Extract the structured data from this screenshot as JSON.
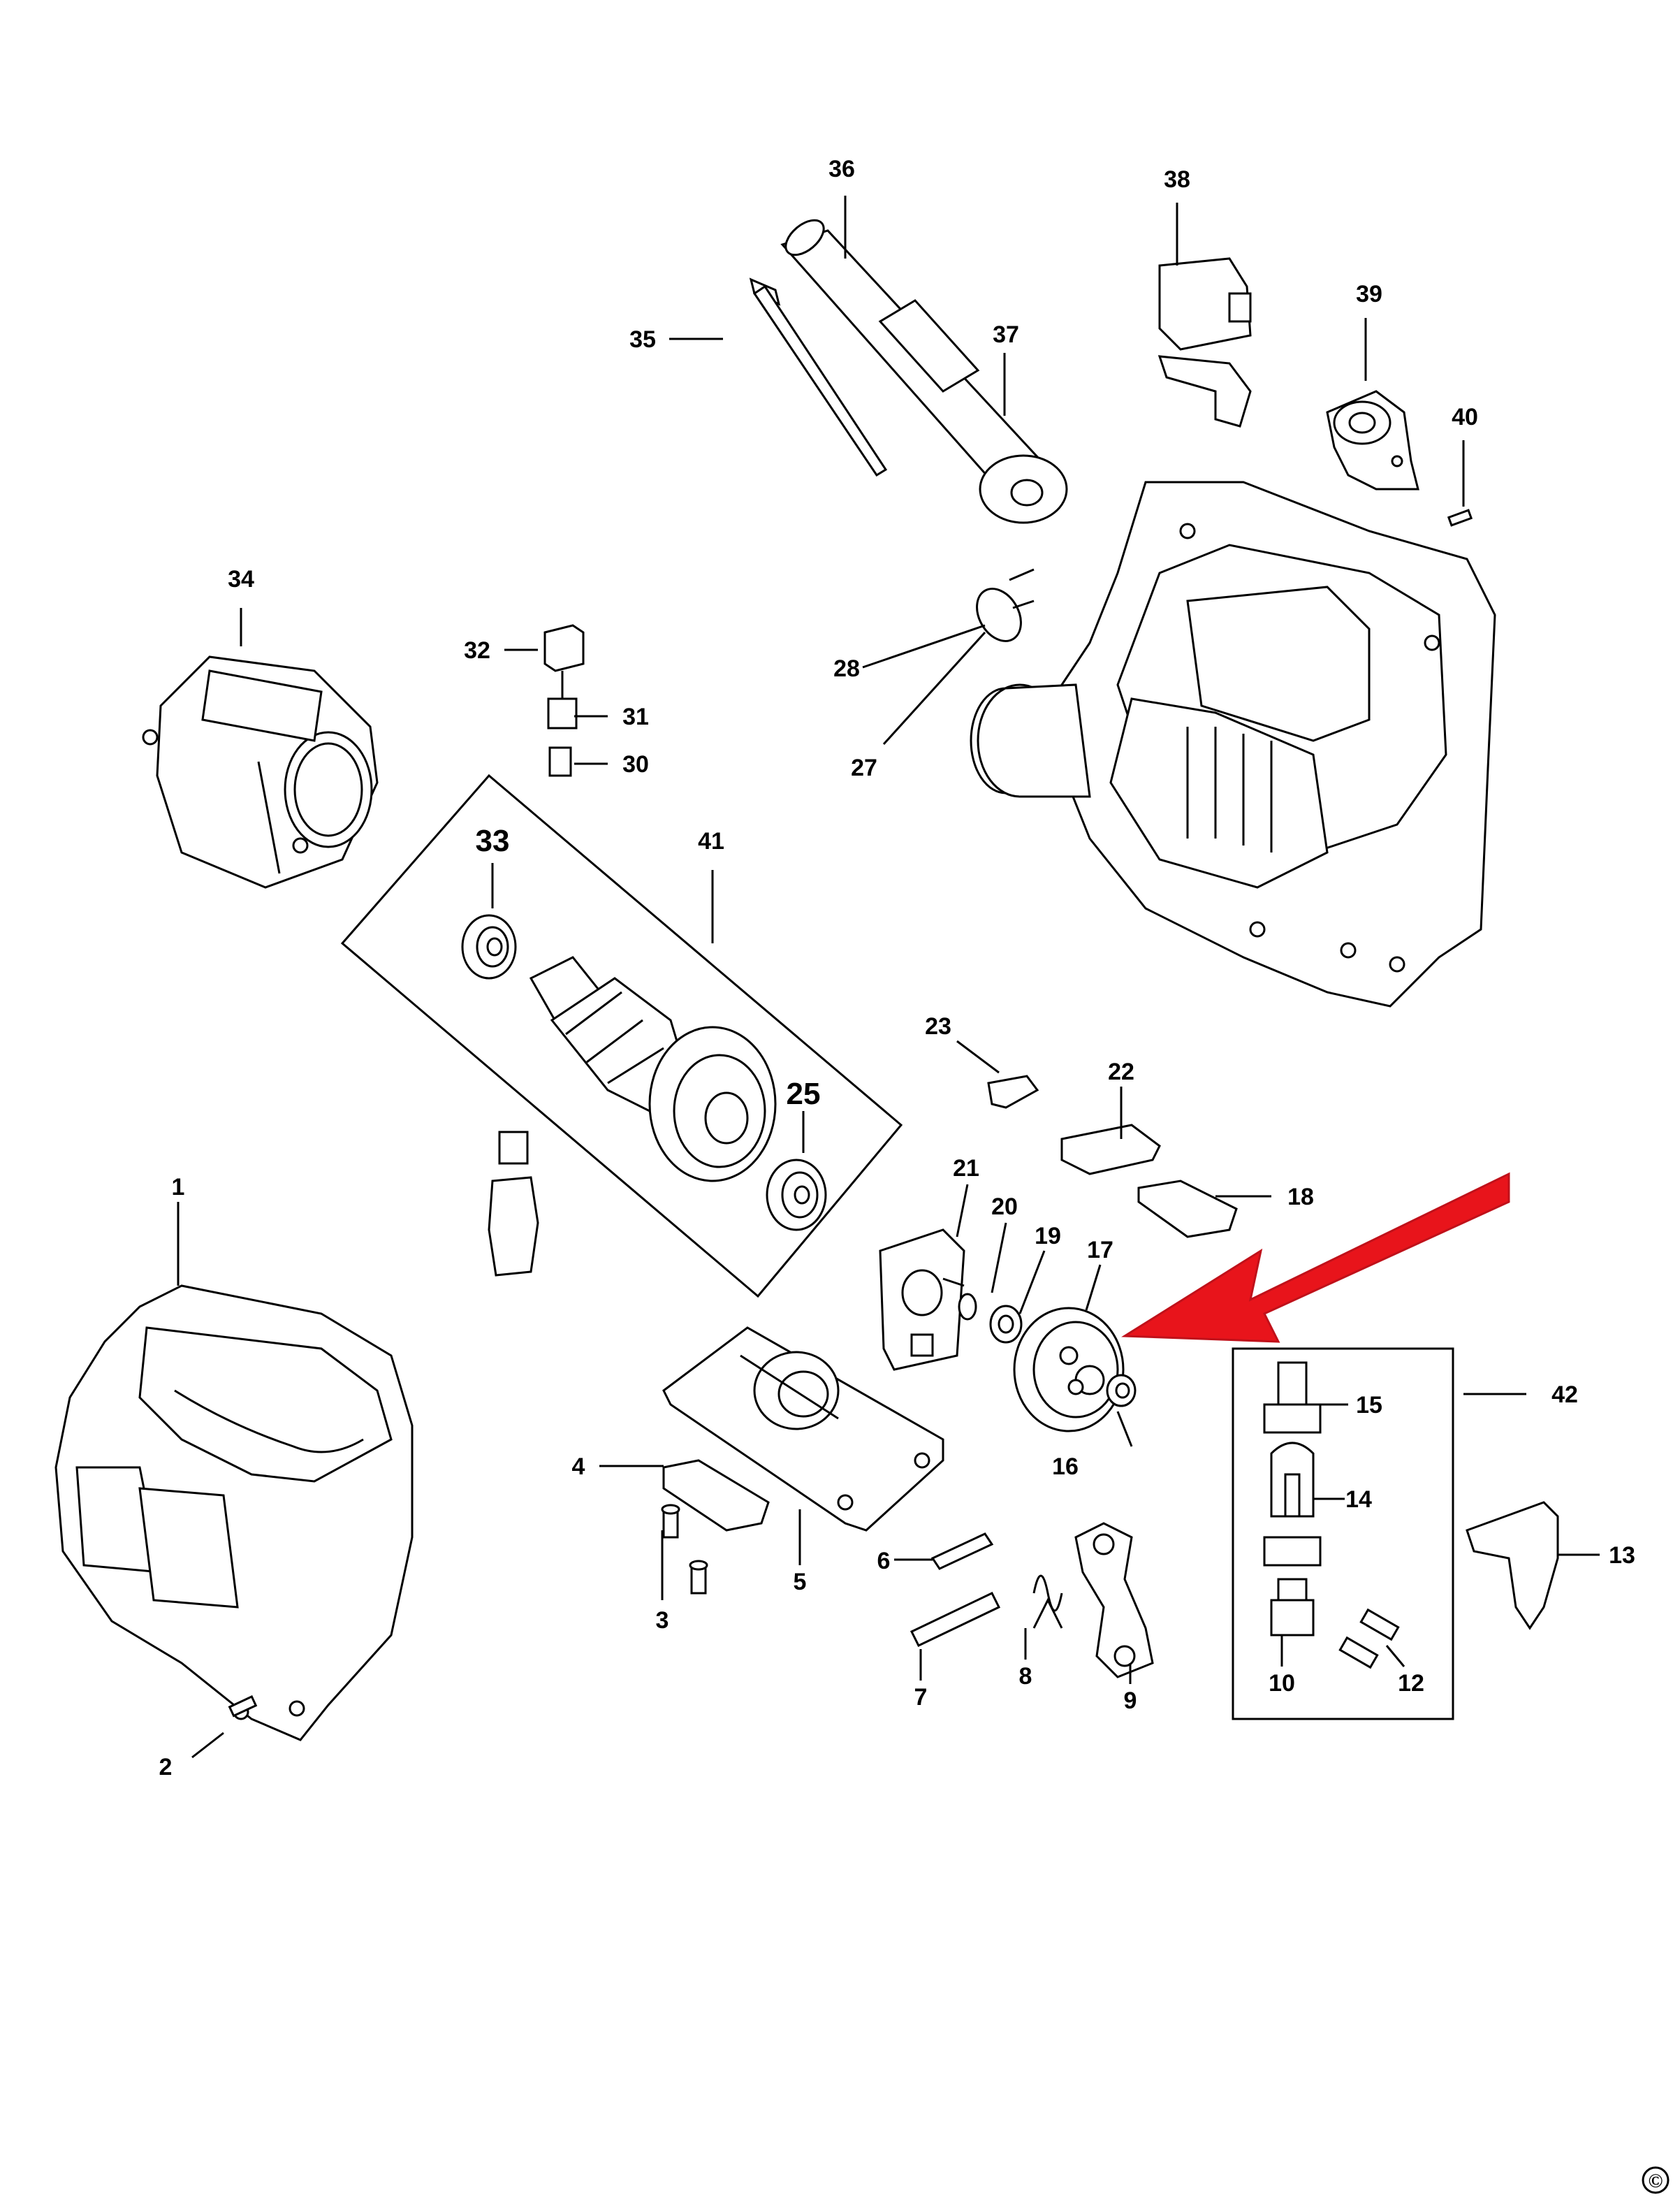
{
  "diagram": {
    "parts": [
      {
        "id": "part-1",
        "label": "1"
      },
      {
        "id": "part-2",
        "label": "2"
      },
      {
        "id": "part-3",
        "label": "3"
      },
      {
        "id": "part-4",
        "label": "4"
      },
      {
        "id": "part-5",
        "label": "5"
      },
      {
        "id": "part-6",
        "label": "6"
      },
      {
        "id": "part-7",
        "label": "7"
      },
      {
        "id": "part-8",
        "label": "8"
      },
      {
        "id": "part-9",
        "label": "9"
      },
      {
        "id": "part-10",
        "label": "10"
      },
      {
        "id": "part-12",
        "label": "12"
      },
      {
        "id": "part-13",
        "label": "13"
      },
      {
        "id": "part-14",
        "label": "14"
      },
      {
        "id": "part-15",
        "label": "15"
      },
      {
        "id": "part-16",
        "label": "16"
      },
      {
        "id": "part-17",
        "label": "17"
      },
      {
        "id": "part-18",
        "label": "18"
      },
      {
        "id": "part-19",
        "label": "19"
      },
      {
        "id": "part-20",
        "label": "20"
      },
      {
        "id": "part-21",
        "label": "21"
      },
      {
        "id": "part-22",
        "label": "22"
      },
      {
        "id": "part-23",
        "label": "23"
      },
      {
        "id": "part-25",
        "label": "25"
      },
      {
        "id": "part-27",
        "label": "27"
      },
      {
        "id": "part-28",
        "label": "28"
      },
      {
        "id": "part-30",
        "label": "30"
      },
      {
        "id": "part-31",
        "label": "31"
      },
      {
        "id": "part-32",
        "label": "32"
      },
      {
        "id": "part-33",
        "label": "33"
      },
      {
        "id": "part-34",
        "label": "34"
      },
      {
        "id": "part-35",
        "label": "35"
      },
      {
        "id": "part-36",
        "label": "36"
      },
      {
        "id": "part-37",
        "label": "37"
      },
      {
        "id": "part-38",
        "label": "38"
      },
      {
        "id": "part-39",
        "label": "39"
      },
      {
        "id": "part-40",
        "label": "40"
      },
      {
        "id": "part-41",
        "label": "41"
      },
      {
        "id": "part-42",
        "label": "42"
      }
    ],
    "copyright_symbol": "©",
    "highlight_arrow_color": "#e8141b",
    "line_color": "#000000",
    "background_color": "#ffffff"
  }
}
